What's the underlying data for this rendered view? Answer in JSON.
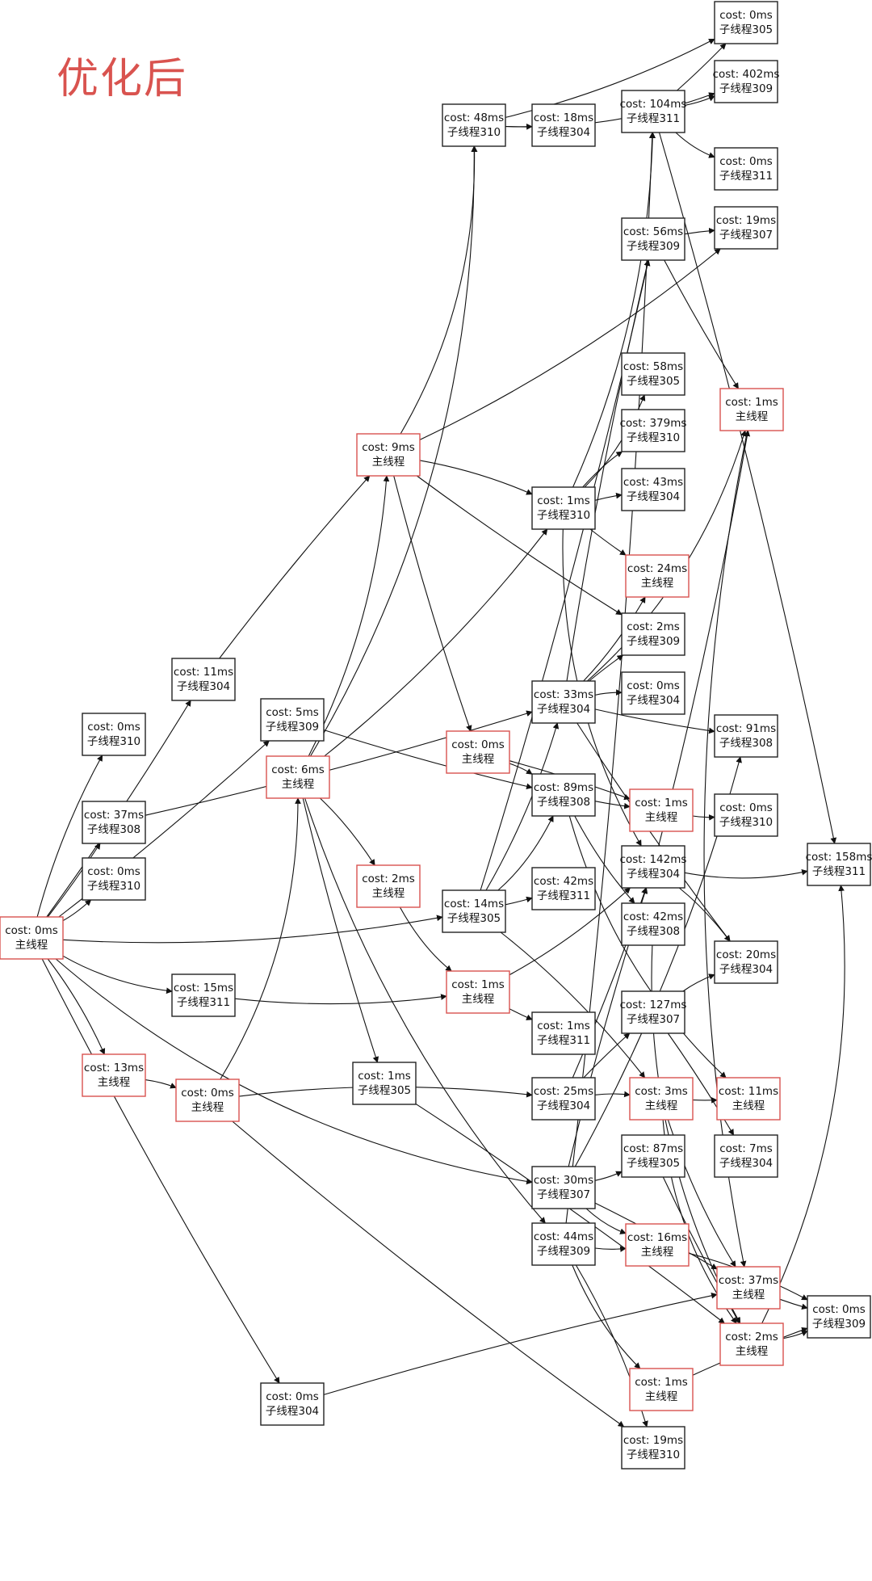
{
  "title": "优化后",
  "nodes": [
    {
      "id": "n_main0",
      "cost": "cost: 0ms",
      "thread": "主线程",
      "red": true
    },
    {
      "id": "n_310a",
      "cost": "cost: 0ms",
      "thread": "子线程310",
      "red": false
    },
    {
      "id": "n_304a",
      "cost": "cost: 11ms",
      "thread": "子线程304",
      "red": false
    },
    {
      "id": "n_308a",
      "cost": "cost: 37ms",
      "thread": "子线程308",
      "red": false
    },
    {
      "id": "n_310b",
      "cost": "cost: 0ms",
      "thread": "子线程310",
      "red": false
    },
    {
      "id": "n_311a",
      "cost": "cost: 15ms",
      "thread": "子线程311",
      "red": false
    },
    {
      "id": "n_main13",
      "cost": "cost: 13ms",
      "thread": "主线程",
      "red": true
    },
    {
      "id": "n_main0b",
      "cost": "cost: 0ms",
      "thread": "主线程",
      "red": true
    },
    {
      "id": "n_304b",
      "cost": "cost: 0ms",
      "thread": "子线程304",
      "red": false
    },
    {
      "id": "n_309a",
      "cost": "cost: 5ms",
      "thread": "子线程309",
      "red": false
    },
    {
      "id": "n_main6",
      "cost": "cost: 6ms",
      "thread": "主线程",
      "red": true
    },
    {
      "id": "n_main9",
      "cost": "cost: 9ms",
      "thread": "主线程",
      "red": true
    },
    {
      "id": "n_main2",
      "cost": "cost: 2ms",
      "thread": "主线程",
      "red": true
    },
    {
      "id": "n_305a",
      "cost": "cost: 1ms",
      "thread": "子线程305",
      "red": false
    },
    {
      "id": "n_310c",
      "cost": "cost: 48ms",
      "thread": "子线程310",
      "red": false
    },
    {
      "id": "n_304c",
      "cost": "cost: 18ms",
      "thread": "子线程304",
      "red": false
    },
    {
      "id": "n_main0c",
      "cost": "cost: 0ms",
      "thread": "主线程",
      "red": true
    },
    {
      "id": "n_305b",
      "cost": "cost: 14ms",
      "thread": "子线程305",
      "red": false
    },
    {
      "id": "n_main1a",
      "cost": "cost: 1ms",
      "thread": "主线程",
      "red": true
    },
    {
      "id": "n_310d",
      "cost": "cost: 1ms",
      "thread": "子线程310",
      "red": false
    },
    {
      "id": "n_304d",
      "cost": "cost: 33ms",
      "thread": "子线程304",
      "red": false
    },
    {
      "id": "n_308b",
      "cost": "cost: 89ms",
      "thread": "子线程308",
      "red": false
    },
    {
      "id": "n_311b",
      "cost": "cost: 42ms",
      "thread": "子线程311",
      "red": false
    },
    {
      "id": "n_311c",
      "cost": "cost: 1ms",
      "thread": "子线程311",
      "red": false
    },
    {
      "id": "n_304e",
      "cost": "cost: 25ms",
      "thread": "子线程304",
      "red": false
    },
    {
      "id": "n_307a",
      "cost": "cost: 30ms",
      "thread": "子线程307",
      "red": false
    },
    {
      "id": "n_309b",
      "cost": "cost: 44ms",
      "thread": "子线程309",
      "red": false
    },
    {
      "id": "n_311d",
      "cost": "cost: 104ms",
      "thread": "子线程311",
      "red": false
    },
    {
      "id": "n_309c",
      "cost": "cost: 56ms",
      "thread": "子线程309",
      "red": false
    },
    {
      "id": "n_305c",
      "cost": "cost: 58ms",
      "thread": "子线程305",
      "red": false
    },
    {
      "id": "n_310e",
      "cost": "cost: 379ms",
      "thread": "子线程310",
      "red": false
    },
    {
      "id": "n_304f",
      "cost": "cost: 43ms",
      "thread": "子线程304",
      "red": false
    },
    {
      "id": "n_main24",
      "cost": "cost: 24ms",
      "thread": "主线程",
      "red": true
    },
    {
      "id": "n_309d",
      "cost": "cost: 2ms",
      "thread": "子线程309",
      "red": false
    },
    {
      "id": "n_304g",
      "cost": "cost: 0ms",
      "thread": "子线程304",
      "red": false
    },
    {
      "id": "n_main1b",
      "cost": "cost: 1ms",
      "thread": "主线程",
      "red": true
    },
    {
      "id": "n_304h",
      "cost": "cost: 142ms",
      "thread": "子线程304",
      "red": false
    },
    {
      "id": "n_308c",
      "cost": "cost: 42ms",
      "thread": "子线程308",
      "red": false
    },
    {
      "id": "n_307b",
      "cost": "cost: 127ms",
      "thread": "子线程307",
      "red": false
    },
    {
      "id": "n_main3",
      "cost": "cost: 3ms",
      "thread": "主线程",
      "red": true
    },
    {
      "id": "n_305d",
      "cost": "cost: 87ms",
      "thread": "子线程305",
      "red": false
    },
    {
      "id": "n_main16",
      "cost": "cost: 16ms",
      "thread": "主线程",
      "red": true
    },
    {
      "id": "n_main1c",
      "cost": "cost: 1ms",
      "thread": "主线程",
      "red": true
    },
    {
      "id": "n_310f",
      "cost": "cost: 19ms",
      "thread": "子线程310",
      "red": false
    },
    {
      "id": "n_305e",
      "cost": "cost: 0ms",
      "thread": "子线程305",
      "red": false
    },
    {
      "id": "n_309e",
      "cost": "cost: 402ms",
      "thread": "子线程309",
      "red": false
    },
    {
      "id": "n_311e",
      "cost": "cost: 0ms",
      "thread": "子线程311",
      "red": false
    },
    {
      "id": "n_307c",
      "cost": "cost: 19ms",
      "thread": "子线程307",
      "red": false
    },
    {
      "id": "n_main1d",
      "cost": "cost: 1ms",
      "thread": "主线程",
      "red": true
    },
    {
      "id": "n_308d",
      "cost": "cost: 91ms",
      "thread": "子线程308",
      "red": false
    },
    {
      "id": "n_310g",
      "cost": "cost: 0ms",
      "thread": "子线程310",
      "red": false
    },
    {
      "id": "n_304i",
      "cost": "cost: 20ms",
      "thread": "子线程304",
      "red": false
    },
    {
      "id": "n_main11",
      "cost": "cost: 11ms",
      "thread": "主线程",
      "red": true
    },
    {
      "id": "n_304j",
      "cost": "cost: 7ms",
      "thread": "子线程304",
      "red": false
    },
    {
      "id": "n_main37",
      "cost": "cost: 37ms",
      "thread": "主线程",
      "red": true
    },
    {
      "id": "n_main2b",
      "cost": "cost: 2ms",
      "thread": "主线程",
      "red": true
    },
    {
      "id": "n_311f",
      "cost": "cost: 158ms",
      "thread": "子线程311",
      "red": false
    },
    {
      "id": "n_309f",
      "cost": "cost: 0ms",
      "thread": "子线程309",
      "red": false
    }
  ],
  "edges": [
    [
      "n_main0",
      "n_310a"
    ],
    [
      "n_main0",
      "n_304a"
    ],
    [
      "n_main0",
      "n_308a"
    ],
    [
      "n_main0",
      "n_310b"
    ],
    [
      "n_main0",
      "n_311a"
    ],
    [
      "n_main0",
      "n_main13"
    ],
    [
      "n_main0",
      "n_304b"
    ],
    [
      "n_main0",
      "n_309a"
    ],
    [
      "n_main0",
      "n_305b"
    ],
    [
      "n_main0",
      "n_307a"
    ],
    [
      "n_main13",
      "n_main0b"
    ],
    [
      "n_304a",
      "n_main9"
    ],
    [
      "n_308a",
      "n_304d"
    ],
    [
      "n_311a",
      "n_main1a"
    ],
    [
      "n_main0b",
      "n_main6"
    ],
    [
      "n_main0b",
      "n_304e"
    ],
    [
      "n_main0b",
      "n_310f"
    ],
    [
      "n_309a",
      "n_308b"
    ],
    [
      "n_main6",
      "n_main9"
    ],
    [
      "n_main6",
      "n_310c"
    ],
    [
      "n_main6",
      "n_main2"
    ],
    [
      "n_main6",
      "n_305a"
    ],
    [
      "n_main6",
      "n_310d"
    ],
    [
      "n_main6",
      "n_309b"
    ],
    [
      "n_main9",
      "n_310c"
    ],
    [
      "n_main9",
      "n_310d"
    ],
    [
      "n_main9",
      "n_main0c"
    ],
    [
      "n_main9",
      "n_309d"
    ],
    [
      "n_main9",
      "n_307c"
    ],
    [
      "n_main2",
      "n_main1a"
    ],
    [
      "n_305a",
      "n_main2b"
    ],
    [
      "n_304b",
      "n_main37"
    ],
    [
      "n_310c",
      "n_304c"
    ],
    [
      "n_310c",
      "n_305e"
    ],
    [
      "n_310c",
      "n_309e"
    ],
    [
      "n_main0c",
      "n_308b"
    ],
    [
      "n_main0c",
      "n_main1b"
    ],
    [
      "n_305b",
      "n_311b"
    ],
    [
      "n_305b",
      "n_304d"
    ],
    [
      "n_305b",
      "n_308b"
    ],
    [
      "n_305b",
      "n_main3"
    ],
    [
      "n_305b",
      "n_309c"
    ],
    [
      "n_main1a",
      "n_311c"
    ],
    [
      "n_main1a",
      "n_304h"
    ],
    [
      "n_310d",
      "n_305c"
    ],
    [
      "n_310d",
      "n_310e"
    ],
    [
      "n_310d",
      "n_304f"
    ],
    [
      "n_310d",
      "n_main24"
    ],
    [
      "n_310d",
      "n_311d"
    ],
    [
      "n_310d",
      "n_304h"
    ],
    [
      "n_304d",
      "n_304g"
    ],
    [
      "n_304d",
      "n_309d"
    ],
    [
      "n_304d",
      "n_308d"
    ],
    [
      "n_304d",
      "n_main24"
    ],
    [
      "n_304d",
      "n_main1d"
    ],
    [
      "n_304d",
      "n_309c"
    ],
    [
      "n_304d",
      "n_304i"
    ],
    [
      "n_308b",
      "n_main1b"
    ],
    [
      "n_308b",
      "n_308c"
    ],
    [
      "n_308b",
      "n_main11"
    ],
    [
      "n_304e",
      "n_main3"
    ],
    [
      "n_304e",
      "n_307b"
    ],
    [
      "n_304e",
      "n_304h"
    ],
    [
      "n_307a",
      "n_305d"
    ],
    [
      "n_307a",
      "n_main16"
    ],
    [
      "n_307a",
      "n_304h"
    ],
    [
      "n_307a",
      "n_main37"
    ],
    [
      "n_307a",
      "n_308d"
    ],
    [
      "n_309b",
      "n_main16"
    ],
    [
      "n_309b",
      "n_main1c"
    ],
    [
      "n_309b",
      "n_310f"
    ],
    [
      "n_309b",
      "n_311d"
    ],
    [
      "n_311d",
      "n_305e"
    ],
    [
      "n_311d",
      "n_309e"
    ],
    [
      "n_311d",
      "n_311e"
    ],
    [
      "n_311d",
      "n_311f"
    ],
    [
      "n_309c",
      "n_307c"
    ],
    [
      "n_309c",
      "n_main1d"
    ],
    [
      "n_main1b",
      "n_310g"
    ],
    [
      "n_304h",
      "n_311f"
    ],
    [
      "n_304h",
      "n_304i"
    ],
    [
      "n_304h",
      "n_main1d"
    ],
    [
      "n_main3",
      "n_main11"
    ],
    [
      "n_main3",
      "n_main37"
    ],
    [
      "n_main3",
      "n_main2b"
    ],
    [
      "n_main16",
      "n_309f"
    ],
    [
      "n_main1c",
      "n_309f"
    ],
    [
      "n_main37",
      "n_309f"
    ],
    [
      "n_main2b",
      "n_309f"
    ],
    [
      "n_main2b",
      "n_311f"
    ],
    [
      "n_307b",
      "n_304i"
    ],
    [
      "n_307b",
      "n_304j"
    ],
    [
      "n_305d",
      "n_main2b"
    ],
    [
      "n_main1d",
      "n_main37"
    ],
    [
      "n_308c",
      "n_main2b"
    ]
  ]
}
